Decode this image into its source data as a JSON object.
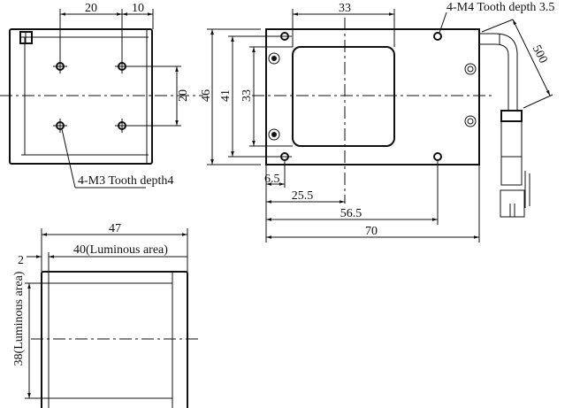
{
  "side_view": {
    "dim_hole_spacing_h": "20",
    "dim_hole_edge": "10",
    "dim_hole_spacing_v": "20",
    "callout": "4-M3 Tooth depth4"
  },
  "front_view": {
    "dim_height_outer": "46",
    "dim_height_holes": "41",
    "dim_window_height": "33",
    "dim_window_width": "33",
    "dim_6_5": "6.5",
    "dim_25_5": "25.5",
    "dim_56_5": "56.5",
    "dim_total_length": "70",
    "dim_cable": "500",
    "callout": "4-M4 Tooth depth 3.5"
  },
  "bottom_view": {
    "dim_width": "47",
    "dim_margin": "2",
    "dim_luminous_width": "40(Luminous area)",
    "dim_luminous_height": "38(Luminous area)"
  }
}
